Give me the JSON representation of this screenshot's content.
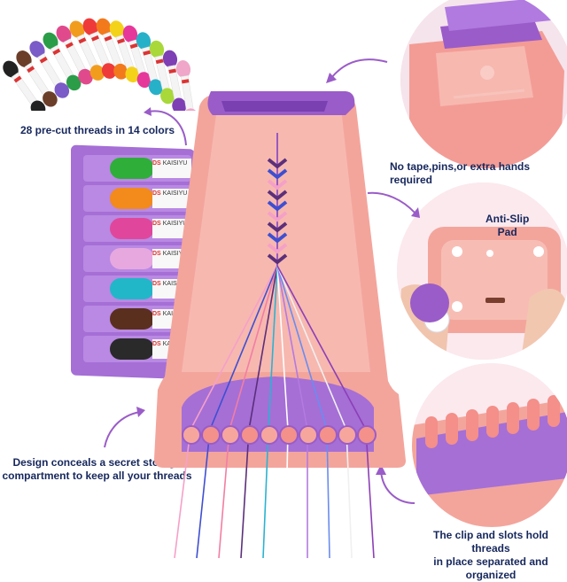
{
  "captions": {
    "threads": "28 pre-cut threads in 14 colors",
    "no_tape": "No tape,pins,or extra hands required",
    "anti_slip": "Anti-Slip\nPad",
    "storage_line1": "Design conceals a secret storage",
    "storage_line2": "compartment to keep all your threads",
    "clip_line1": "The clip and slots hold threads",
    "clip_line2": "in place separated and organized"
  },
  "spool_label": "KAISIYU",
  "spool_logo": "DS",
  "colors": {
    "caption": "#16275c",
    "board_pink": "#f3a59c",
    "board_light": "#f7bdb4",
    "accent_purple": "#9a5cc8",
    "tray_purple": "#a56fd6",
    "circle_bg": "#fbe3e6"
  },
  "tray_threads": [
    "#2fae3a",
    "#f28a1c",
    "#e0479c",
    "#e7a8e0",
    "#21b7c9",
    "#5a2f1e",
    "#2a2a2a"
  ],
  "fan_threads": [
    "#f5a0c8",
    "#3e4fd1",
    "#f27ea3",
    "#5b2f7a",
    "#2ab3d1",
    "#ffffff",
    "#b37ae0",
    "#6a8cf0",
    "#f0f0f0",
    "#8c3fb5"
  ],
  "skein_colors": [
    "#222222",
    "#6b3e2a",
    "#7a5bc7",
    "#2b9d48",
    "#e04a8d",
    "#f29c1e",
    "#ef3a3a",
    "#f27a1c",
    "#f4d21a",
    "#e6389a",
    "#27b1c9",
    "#a8d83a",
    "#7e3fb5",
    "#f0a6c9"
  ]
}
